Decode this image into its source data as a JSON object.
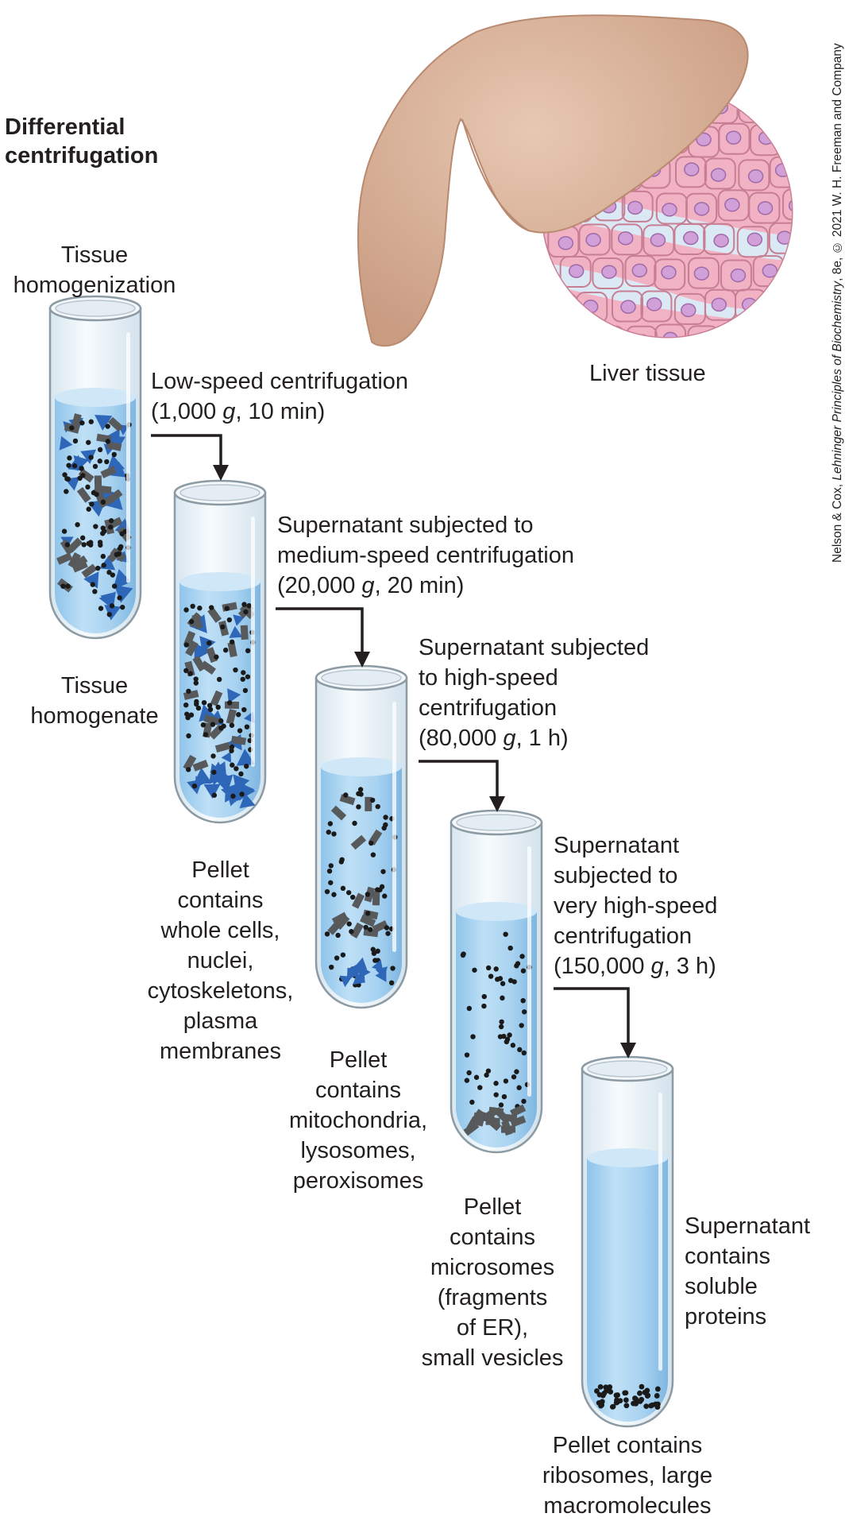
{
  "title": [
    "Differential",
    "centrifugation"
  ],
  "credit": {
    "prefix": "Nelson & Cox, ",
    "italic": "Lehninger Principles of Biochemistry",
    "suffix": ", 8e, © 2021 W. H. Freeman and Company"
  },
  "liver_label": "Liver tissue",
  "tubes": [
    {
      "top_label": [
        "Tissue",
        "homogenization"
      ],
      "bottom_label": [
        "Tissue",
        "homogenate"
      ]
    },
    {
      "bottom_label": [
        "Pellet",
        "contains",
        "whole cells,",
        "nuclei,",
        "cytoskeletons,",
        "plasma",
        "membranes"
      ]
    },
    {
      "bottom_label": [
        "Pellet",
        "contains",
        "mitochondria,",
        "lysosomes,",
        "peroxisomes"
      ]
    },
    {
      "bottom_label": [
        "Pellet",
        "contains",
        "microsomes",
        "(fragments",
        "of ER),",
        "small vesicles"
      ]
    },
    {
      "bottom_label": [
        "Pellet contains",
        "ribosomes, large",
        "macromolecules"
      ],
      "side_label": [
        "Supernatant",
        "contains",
        "soluble",
        "proteins"
      ]
    }
  ],
  "steps": [
    {
      "lines": [
        "Low-speed centrifugation"
      ],
      "g_line": {
        "pre": "(1,000 ",
        "g": "g",
        "post": ", 10 min)"
      }
    },
    {
      "lines": [
        "Supernatant subjected to",
        "medium-speed centrifugation"
      ],
      "g_line": {
        "pre": "(20,000 ",
        "g": "g",
        "post": ", 20 min)"
      }
    },
    {
      "lines": [
        "Supernatant subjected",
        "to high-speed",
        "centrifugation"
      ],
      "g_line": {
        "pre": "(80,000 ",
        "g": "g",
        "post": ", 1 h)"
      }
    },
    {
      "lines": [
        "Supernatant",
        "subjected to",
        "very high-speed",
        "centrifugation"
      ],
      "g_line": {
        "pre": "(150,000 ",
        "g": "g",
        "post": ", 3 h)"
      }
    }
  ],
  "colors": {
    "liquid": "#a9d3ef",
    "liquid_light": "#cfe7f7",
    "glass": "#e9f1f6",
    "glass_edge": "#8c9aa3",
    "nuclei_triangles": "#2e66b8",
    "rods": "#58595b",
    "dots": "#1a1a1a",
    "liver": "#dcb49c",
    "cells": "#f2a9bb",
    "arrow": "#231f20"
  }
}
